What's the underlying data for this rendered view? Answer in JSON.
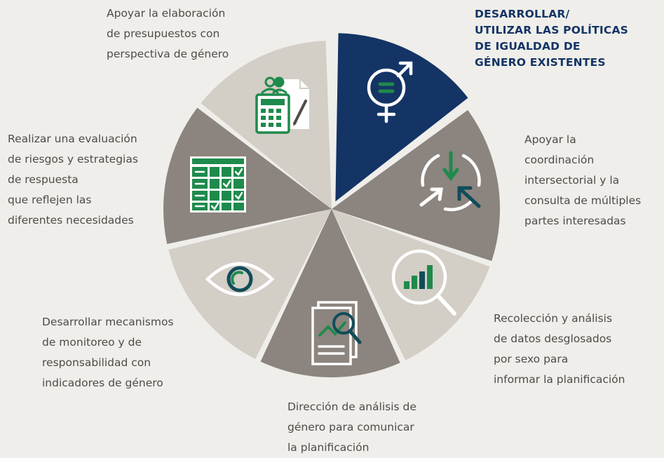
{
  "colors": {
    "background": "#efeeea",
    "highlight_segment": "#143466",
    "dark_segment": "#8c847e",
    "light_segment": "#d3cec6",
    "icon_green": "#1e8a4c",
    "icon_teal": "#114c5a",
    "icon_white": "#ffffff",
    "highlight_text": "#143466",
    "body_text": "#4f4b48"
  },
  "segments": [
    {
      "id": "desarrollar-politicas",
      "icon": "gender-equality-icon",
      "highlighted": true
    },
    {
      "id": "coordinacion-intersectorial",
      "icon": "circular-arrows-icon",
      "highlighted": false
    },
    {
      "id": "recoleccion-datos",
      "icon": "magnifier-chart-icon",
      "highlighted": false
    },
    {
      "id": "direccion-analisis",
      "icon": "document-analysis-icon",
      "highlighted": false
    },
    {
      "id": "monitoreo",
      "icon": "eye-icon",
      "highlighted": false
    },
    {
      "id": "evaluacion-riesgos",
      "icon": "checklist-grid-icon",
      "highlighted": false
    },
    {
      "id": "presupuestos",
      "icon": "budget-calculator-icon",
      "highlighted": false
    }
  ],
  "labels": {
    "main": "DESARROLLAR/\nUTILIZAR LAS POLÍTICAS\nDE IGUALDAD DE\nGÉNERO EXISTENTES",
    "coordination": "Apoyar la\ncoordinación\nintersectorial y la\nconsulta de múltiples\npartes interesadas",
    "data_collection": "Recolección y análisis\nde datos desglosados\npor sexo para\ninformar la planificación",
    "gender_analysis": "Dirección de análisis de\ngénero para comunicar\nla planificación",
    "monitoring": "Desarrollar mecanismos\n de  monitoreo y  de\nresponsabilidad con\nindicadores de género",
    "risk_assessment": "Realizar una evaluación\nde riesgos y estrategias\nde respuesta\nque reflejen las\ndiferentes necesidades",
    "budgets": "Apoyar la elaboración\nde presupuestos con\nperspectiva de género"
  }
}
